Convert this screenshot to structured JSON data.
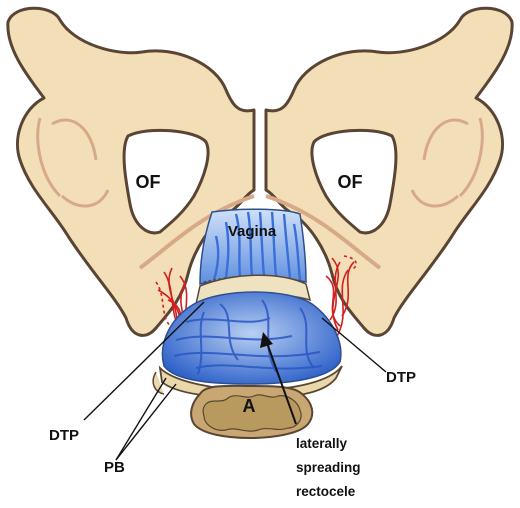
{
  "labels": {
    "of_left": "OF",
    "of_right": "OF",
    "vagina": "Vagina",
    "dtp_left": "DTP",
    "dtp_right": "DTP",
    "anus": "A",
    "pb": "PB",
    "rectocele_line1": "laterally",
    "rectocele_line2": "spreading",
    "rectocele_line3": "rectocele"
  },
  "colors": {
    "bone_fill": "#f3dfb7",
    "bone_outline": "#5a4535",
    "bone_inner_line": "#d7a987",
    "ligament_red": "#d21f1f",
    "vagina_blue": "#3a6fd8",
    "vagina_light": "#a9c4ee",
    "anus_fill": "#c8a772",
    "pb_fill": "#e9d8a9"
  },
  "icons": [
    "arrow-icon"
  ]
}
